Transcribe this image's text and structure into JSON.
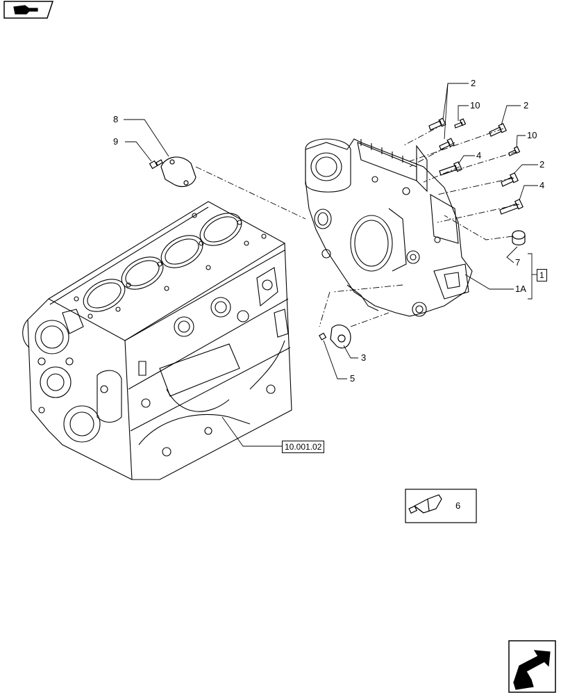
{
  "callouts": {
    "c1": "1",
    "c1a": "1A",
    "c2a": "2",
    "c2b": "2",
    "c2c": "2",
    "c3": "3",
    "c4a": "4",
    "c4b": "4",
    "c5": "5",
    "c6": "6",
    "c7": "7",
    "c8": "8",
    "c9": "9",
    "c10a": "10",
    "c10b": "10"
  },
  "reference": {
    "block_ref": "10.001.02"
  },
  "icons": {
    "top_left": "book-arrow-icon",
    "bottom_right": "next-page-arrow-icon",
    "sealant": "sealant-tube-icon"
  }
}
